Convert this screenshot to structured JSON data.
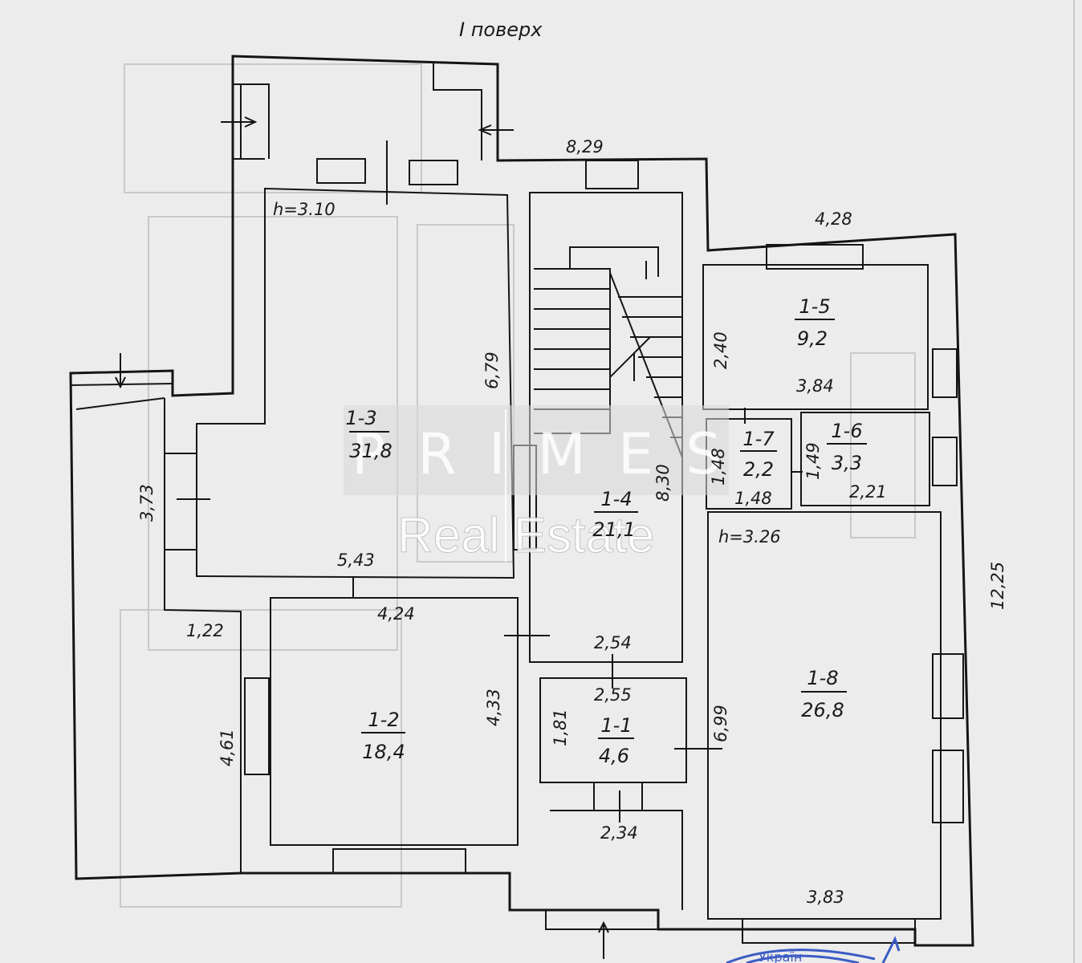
{
  "title": "I поверх",
  "watermark": {
    "line1": "PRIMES",
    "line2": "Real Estate"
  },
  "stamp_text": "Україн",
  "heights": {
    "h1": "h=3.10",
    "h2": "h=3.26"
  },
  "rooms": [
    {
      "id": "1-1",
      "area": "4,6"
    },
    {
      "id": "1-2",
      "area": "18,4"
    },
    {
      "id": "1-3",
      "area": "31,8"
    },
    {
      "id": "1-4",
      "area": "21,1"
    },
    {
      "id": "1-5",
      "area": "9,2"
    },
    {
      "id": "1-6",
      "area": "3,3"
    },
    {
      "id": "1-7",
      "area": "2,2"
    },
    {
      "id": "1-8",
      "area": "26,8"
    }
  ],
  "dimensions": [
    "8,29",
    "4,28",
    "6,79",
    "3,73",
    "5,43",
    "4,24",
    "1,22",
    "4,61",
    "4,33",
    "2,54",
    "2,55",
    "1,81",
    "2,34",
    "8,30",
    "2,40",
    "3,84",
    "1,48",
    "1,49",
    "1,48",
    "2,21",
    "12,25",
    "6,99",
    "3,83"
  ]
}
